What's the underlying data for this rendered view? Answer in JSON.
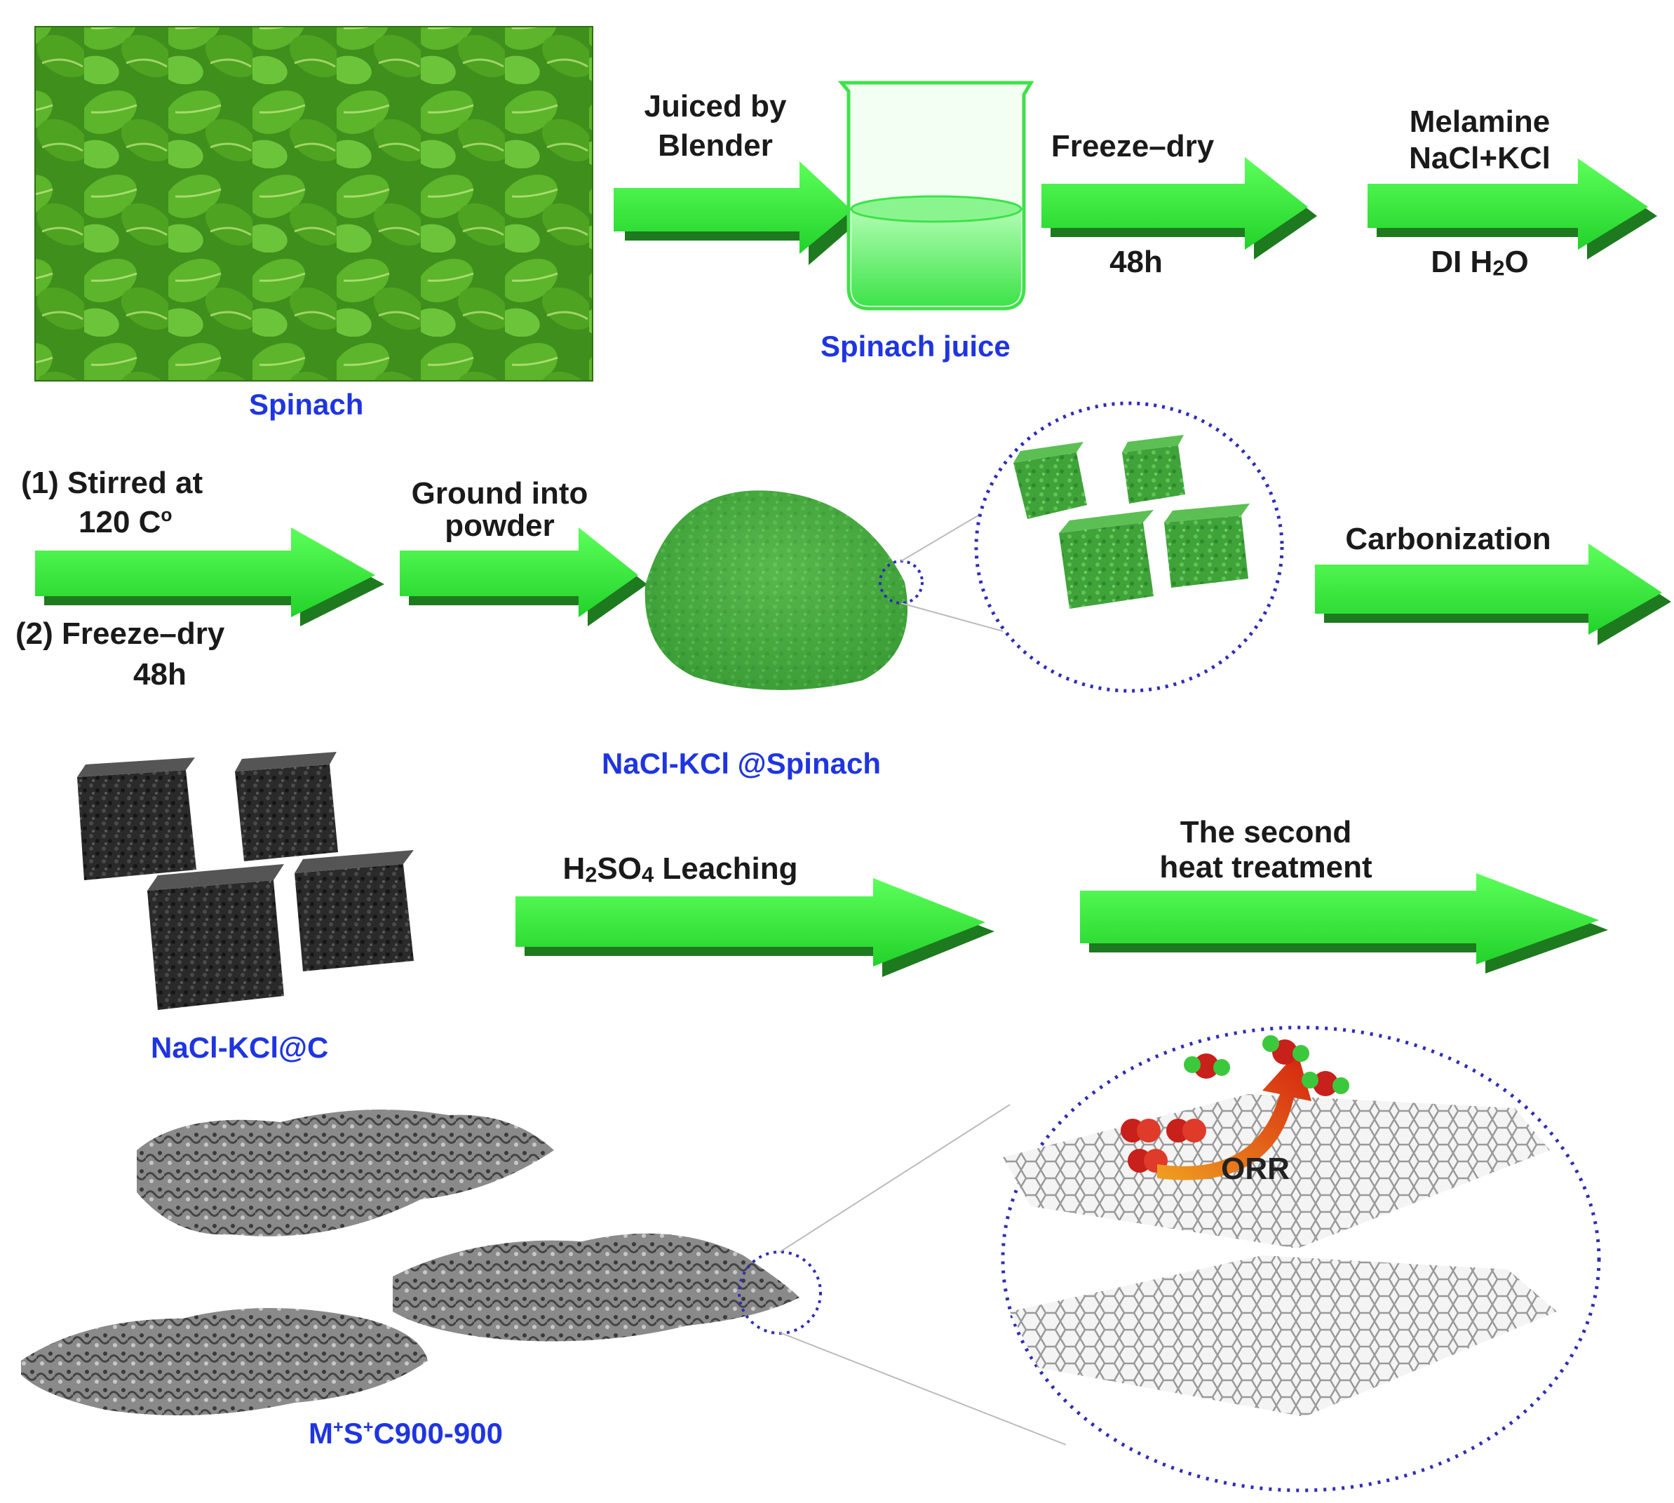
{
  "captions": {
    "spinach": "Spinach",
    "spinach_juice": "Spinach juice",
    "powder": "NaCl-KCl @Spinach",
    "carbon": "NaCl-KCl@C",
    "final_prefix": "M",
    "final_sup1": "+",
    "final_mid": "S",
    "final_sup2": "+",
    "final_suffix": "C900-900"
  },
  "steps": {
    "juiced_line1": "Juiced by",
    "juiced_line2": "Blender",
    "freeze_dry": "Freeze–dry",
    "freeze_time": "48h",
    "melamine": "Melamine",
    "salts": "NaCl+KCl",
    "di_prefix": "DI H",
    "di_sub": "2",
    "di_suffix": "O",
    "stirred_line1": "(1) Stirred at",
    "stirred_line2": "120  C",
    "stirred_deg": "o",
    "freeze2_line1": "(2) Freeze–dry",
    "freeze2_line2": "48h",
    "ground_line1": "Ground into",
    "ground_line2": "powder",
    "carbonization": "Carbonization",
    "leach_prefix": "H",
    "leach_sub1": "2",
    "leach_mid": "SO",
    "leach_sub2": "4",
    "leach_suffix": " Leaching",
    "heat_line1": "The second",
    "heat_line2": "heat treatment",
    "orr": "ORR"
  },
  "colors": {
    "arrow_green": "#38f23a",
    "arrow_shadow": "#1e7a1e",
    "caption_blue": "#1f35e0",
    "dotted_circle": "#2d2db8"
  }
}
